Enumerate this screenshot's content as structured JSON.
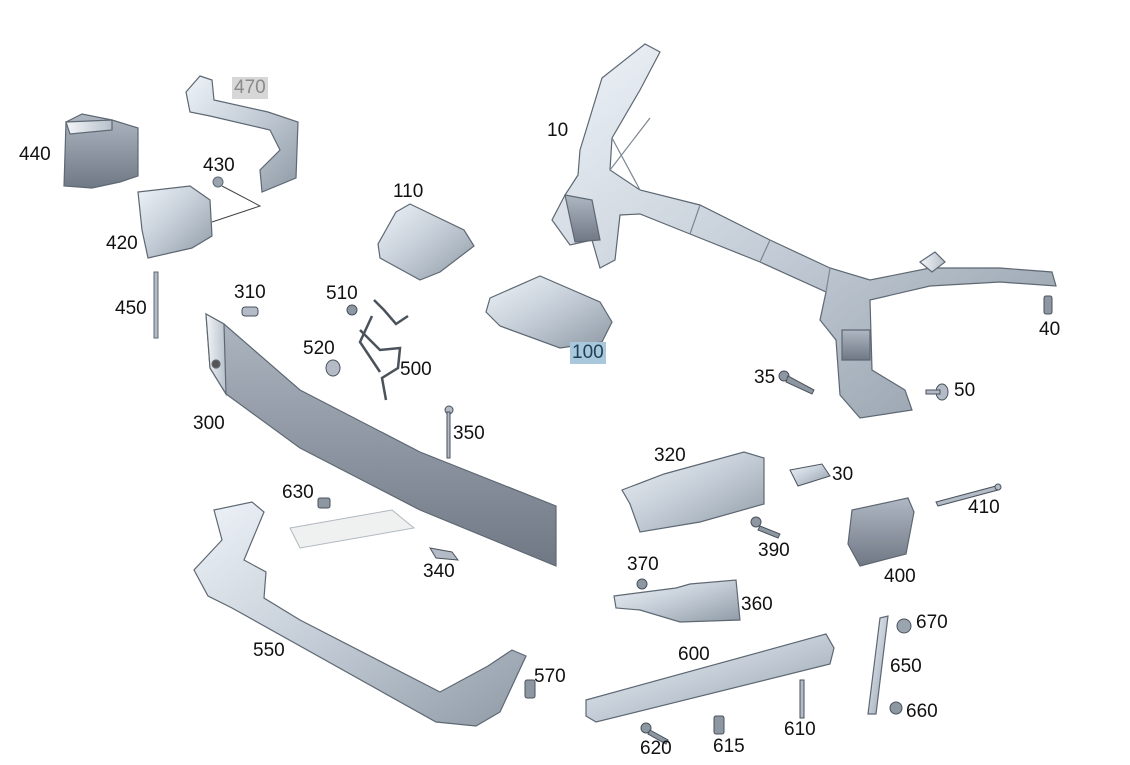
{
  "diagram": {
    "highlight_colors": {
      "gray": "#d7d7d7",
      "blue": "#a9c8dc"
    },
    "parts": [
      {
        "id": "10",
        "label": "10",
        "highlight": ""
      },
      {
        "id": "30",
        "label": "30",
        "highlight": ""
      },
      {
        "id": "35",
        "label": "35",
        "highlight": ""
      },
      {
        "id": "40",
        "label": "40",
        "highlight": ""
      },
      {
        "id": "50",
        "label": "50",
        "highlight": ""
      },
      {
        "id": "100",
        "label": "100",
        "highlight": "blue"
      },
      {
        "id": "110",
        "label": "110",
        "highlight": ""
      },
      {
        "id": "300",
        "label": "300",
        "highlight": ""
      },
      {
        "id": "310",
        "label": "310",
        "highlight": ""
      },
      {
        "id": "320",
        "label": "320",
        "highlight": ""
      },
      {
        "id": "340",
        "label": "340",
        "highlight": ""
      },
      {
        "id": "350",
        "label": "350",
        "highlight": ""
      },
      {
        "id": "360",
        "label": "360",
        "highlight": ""
      },
      {
        "id": "370",
        "label": "370",
        "highlight": ""
      },
      {
        "id": "390",
        "label": "390",
        "highlight": ""
      },
      {
        "id": "400",
        "label": "400",
        "highlight": ""
      },
      {
        "id": "410",
        "label": "410",
        "highlight": ""
      },
      {
        "id": "420",
        "label": "420",
        "highlight": ""
      },
      {
        "id": "430",
        "label": "430",
        "highlight": ""
      },
      {
        "id": "440",
        "label": "440",
        "highlight": ""
      },
      {
        "id": "450",
        "label": "450",
        "highlight": ""
      },
      {
        "id": "470",
        "label": "470",
        "highlight": "gray"
      },
      {
        "id": "500",
        "label": "500",
        "highlight": ""
      },
      {
        "id": "510",
        "label": "510",
        "highlight": ""
      },
      {
        "id": "520",
        "label": "520",
        "highlight": ""
      },
      {
        "id": "550",
        "label": "550",
        "highlight": ""
      },
      {
        "id": "570",
        "label": "570",
        "highlight": ""
      },
      {
        "id": "600",
        "label": "600",
        "highlight": ""
      },
      {
        "id": "610",
        "label": "610",
        "highlight": ""
      },
      {
        "id": "615",
        "label": "615",
        "highlight": ""
      },
      {
        "id": "620",
        "label": "620",
        "highlight": ""
      },
      {
        "id": "630",
        "label": "630",
        "highlight": ""
      },
      {
        "id": "650",
        "label": "650",
        "highlight": ""
      },
      {
        "id": "660",
        "label": "660",
        "highlight": ""
      },
      {
        "id": "670",
        "label": "670",
        "highlight": ""
      }
    ]
  }
}
